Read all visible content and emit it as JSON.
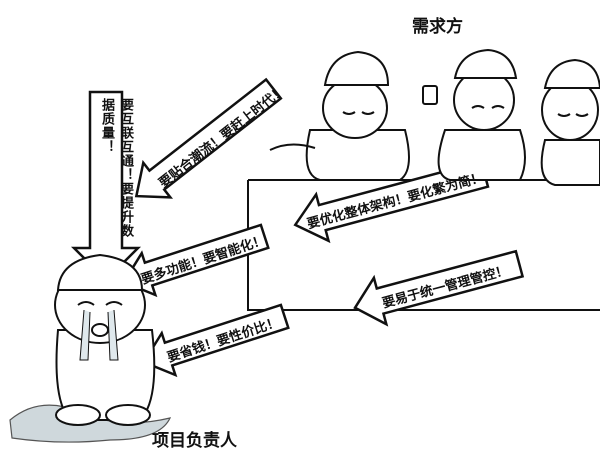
{
  "labels": {
    "demander": "需求方",
    "project_lead": "项目负责人"
  },
  "arrows": {
    "interconnect": "要互联互通！要提升数据质量！",
    "trend": "要贴合潮流！要赶上时代！",
    "smart": "要多功能！要智能化！",
    "cheap": "要省钱！要性价比！",
    "architecture": "要优化整体架构！要化繁为简！",
    "unified": "要易于统一管理管控！"
  },
  "colors": {
    "ink": "#111111",
    "paper": "#ffffff",
    "tear": "#cfd8dc"
  }
}
